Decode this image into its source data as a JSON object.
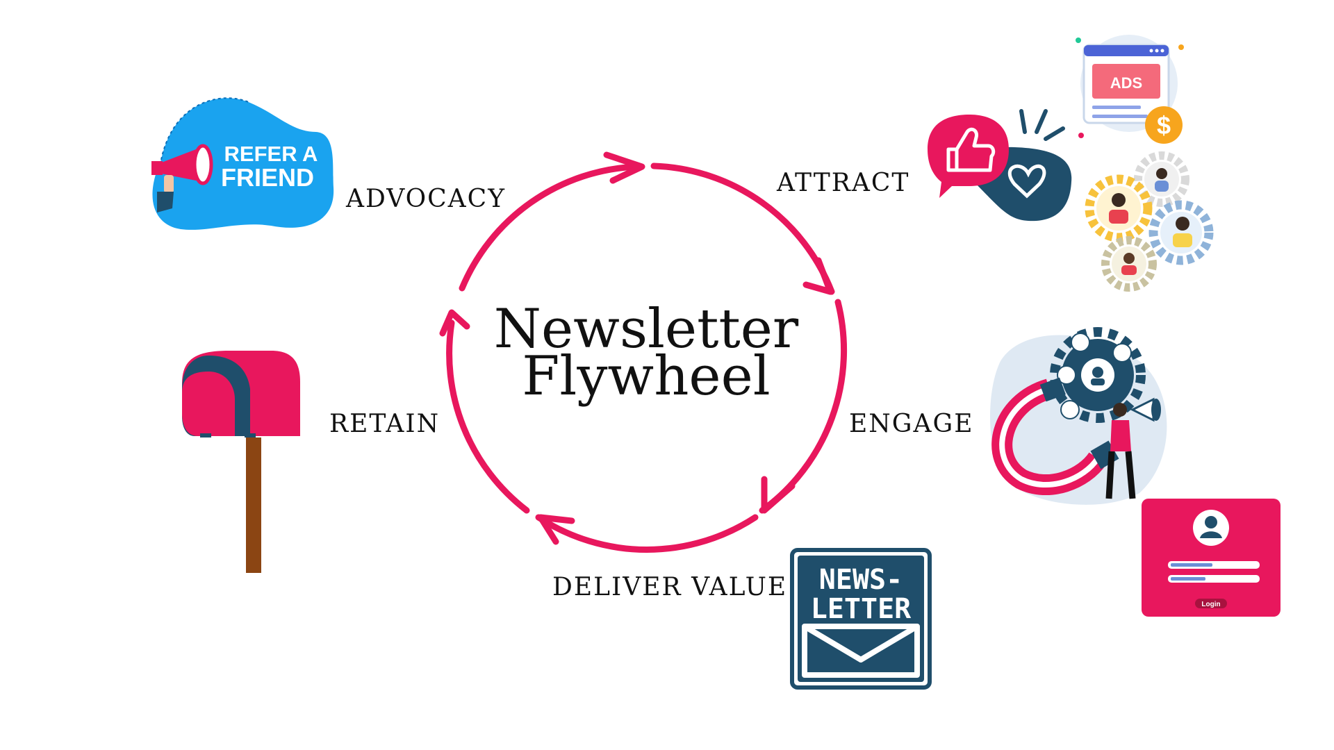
{
  "title": {
    "line1": "Newsletter",
    "line2": "Flywheel"
  },
  "stages": {
    "attract": "ATTRACT",
    "engage": "ENGAGE",
    "deliver": "DELIVER VALUE",
    "retain": "RETAIN",
    "advocacy": "ADVOCACY"
  },
  "icons": {
    "refer": {
      "line1": "REFER A",
      "line2": "FRIEND"
    },
    "ads": "ADS",
    "newsletter": {
      "line1": "NEWS-",
      "line2": "LETTER"
    },
    "login": "Login"
  },
  "colors": {
    "accent": "#e8175d",
    "navy": "#1f4e6b",
    "sky": "#1aa3ef",
    "post": "#8b4513"
  }
}
